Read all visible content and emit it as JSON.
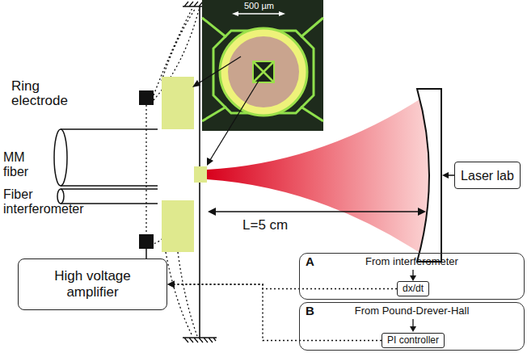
{
  "diagram": {
    "nodes": [
      {
        "text": [
          "High voltage amplifier"
        ]
      },
      {
        "text": [
          "Laser lab"
        ]
      },
      {
        "text": [
          "A",
          "From interferometer"
        ]
      },
      {
        "text": [
          "dx/dt"
        ],
        "in": 2
      },
      {
        "text": [
          "B",
          "From Pound-Drever-Hall"
        ]
      },
      {
        "text": [
          "PI controller"
        ],
        "in": 4
      }
    ],
    "edges": [
      {
        "from": 3,
        "to": 0,
        "arrow": "to"
      },
      {
        "from": 5,
        "to": 0,
        "arrow": "to"
      }
    ],
    "labels": [
      "Ring electrode",
      "MM fiber",
      "Fiber interferometer",
      "L=5 cm",
      "500 µm"
    ]
  }
}
